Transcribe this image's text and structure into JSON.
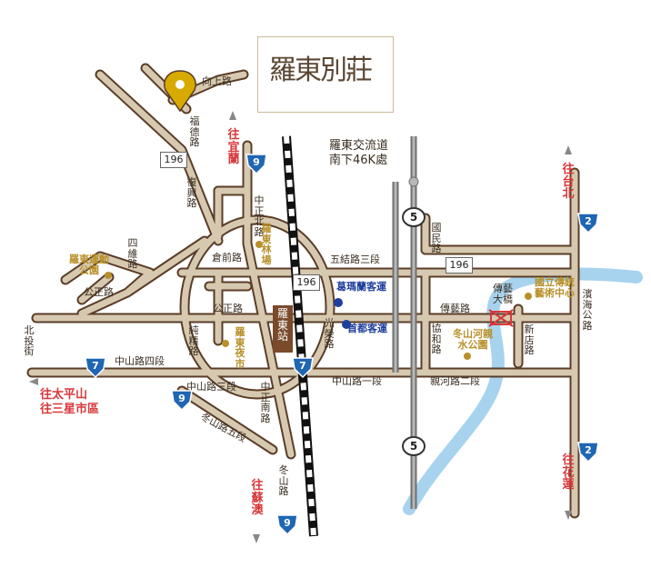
{
  "title": "羅東別莊",
  "roads": {
    "xiangshang": "向上路",
    "fude": "福德路",
    "fuxing": "復興路",
    "zhongzheng_n": "中正北路",
    "siwei": "四維路",
    "gongzheng_diag": "公正路",
    "gongzheng": "公正路",
    "cangqian": "倉前路",
    "wujie": "五結路三段",
    "chunjing": "純精路",
    "guangrong": "光榮路",
    "guomin": "國民路",
    "chuanyi": "傳藝路",
    "xiehe": "協和路",
    "xindian": "新店路",
    "binhai": "濱海公路",
    "beitou": "北投街",
    "zhongshan4": "中山路四段",
    "zhongshan3": "中山路三段",
    "zhongshan1": "中山路一段",
    "qinhe": "親河路二段",
    "dongshan5": "冬山路五段",
    "zhongzheng_s": "中正南路",
    "dongshan": "冬山路"
  },
  "route_numbers": {
    "r9": "9",
    "r2": "2",
    "r5": "5",
    "r7": "7",
    "r196": "196"
  },
  "directions": {
    "yilan": "往宜蘭",
    "taipei": "往台北",
    "suao": "往蘇澳",
    "hualien": "往花蓮",
    "taipingshan": "往太平山",
    "sanxing": "往三星市區"
  },
  "notes": {
    "interchange": "羅東交流道",
    "interchange_loc": "南下46K處"
  },
  "pois": {
    "sports_park": "羅東運動公園",
    "forest": "羅東林場",
    "night_market": "羅東夜市",
    "station": "羅東站",
    "kamalan_bus": "葛瑪蘭客運",
    "capital_bus": "首都客運",
    "dongshanhe_park": "冬山河親水公園",
    "arts_center": "國立傳統藝術中心",
    "bridge": "傳藝大橋"
  },
  "colors": {
    "road_fill": "#d7c9b0",
    "road_edge": "#5a3d28",
    "river": "#a7d3ee",
    "poi": "#b8902a",
    "direction": "#d8383a",
    "bus": "#1e3f9c",
    "pin": "#d7aa00",
    "shield": "#1f66b3"
  }
}
